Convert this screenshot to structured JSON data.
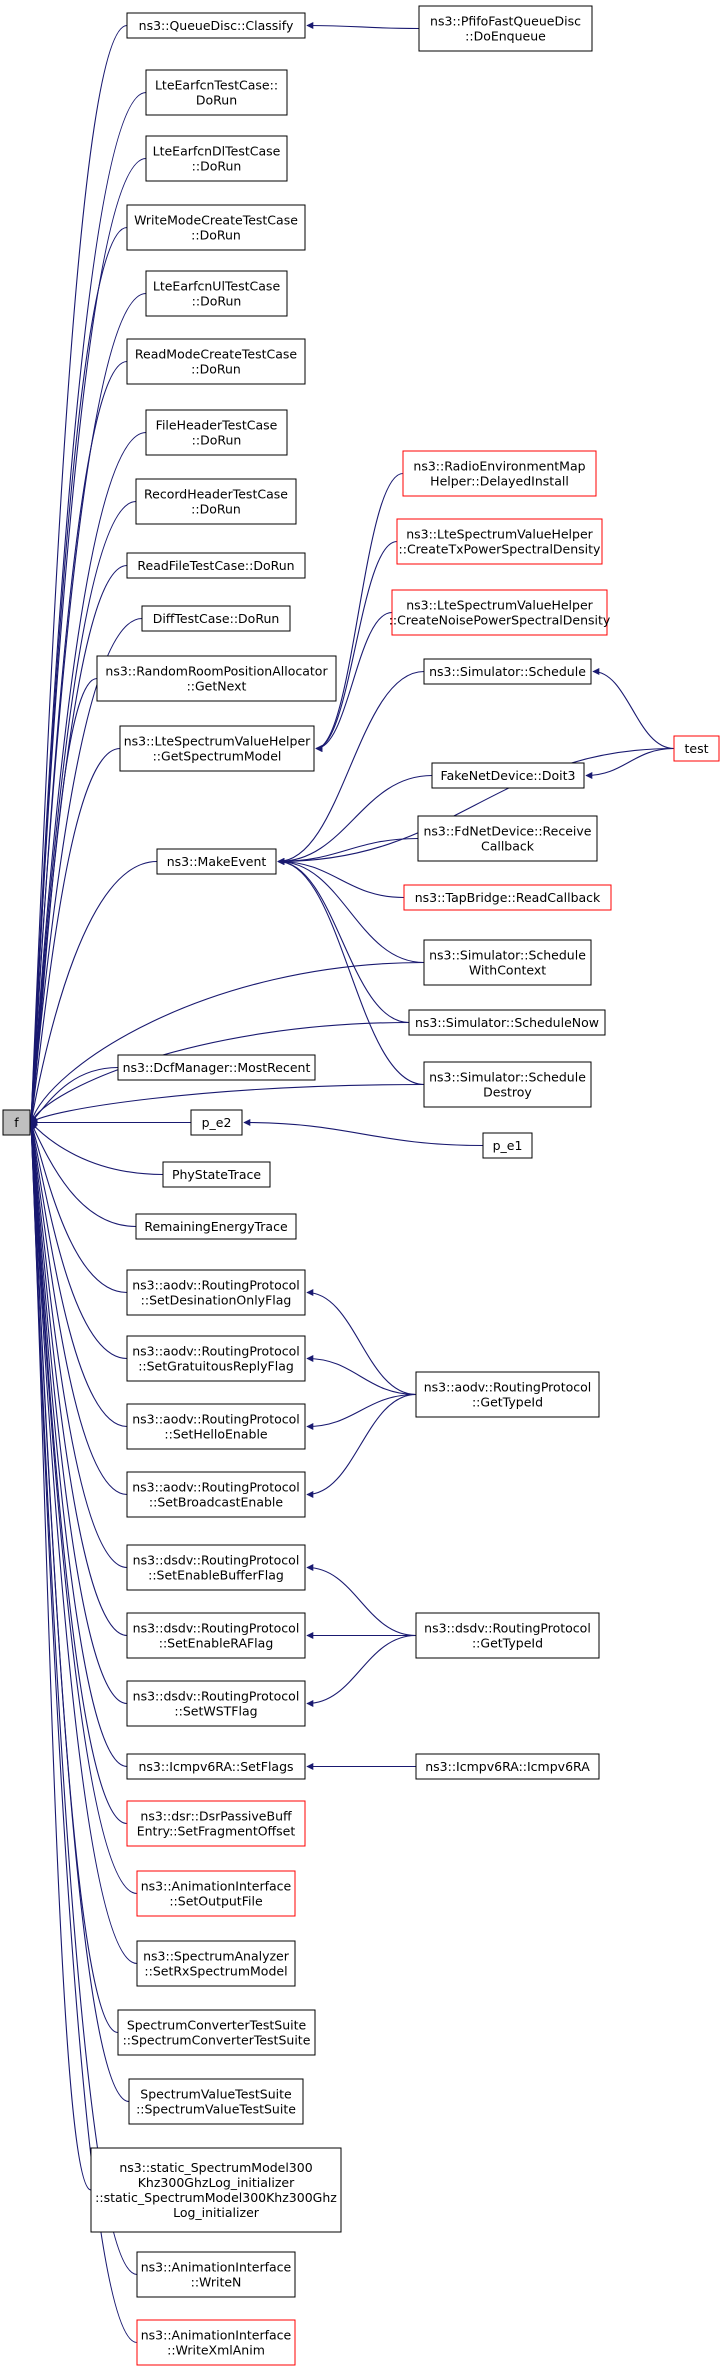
{
  "graph": {
    "colors": {
      "edge": "#191970",
      "node_border": "#000000",
      "node_border_red": "#ff0000",
      "root_fill": "#bfbfbf",
      "node_fill": "#ffffff"
    },
    "root": {
      "id": "f",
      "lines": [
        "f"
      ]
    },
    "nodes": [
      {
        "id": "qd_classify",
        "lines": [
          "ns3::QueueDisc::Classify"
        ]
      },
      {
        "id": "pfifo_enqueue",
        "lines": [
          "ns3::PfifoFastQueueDisc",
          "::DoEnqueue"
        ]
      },
      {
        "id": "lte_earfcn_test",
        "lines": [
          "LteEarfcnTestCase::",
          "DoRun"
        ]
      },
      {
        "id": "lte_earfcn_dl",
        "lines": [
          "LteEarfcnDlTestCase",
          "::DoRun"
        ]
      },
      {
        "id": "write_mode",
        "lines": [
          "WriteModeCreateTestCase",
          "::DoRun"
        ]
      },
      {
        "id": "lte_earfcn_ul",
        "lines": [
          "LteEarfcnUlTestCase",
          "::DoRun"
        ]
      },
      {
        "id": "read_mode",
        "lines": [
          "ReadModeCreateTestCase",
          "::DoRun"
        ]
      },
      {
        "id": "file_header",
        "lines": [
          "FileHeaderTestCase",
          "::DoRun"
        ]
      },
      {
        "id": "record_header",
        "lines": [
          "RecordHeaderTestCase",
          "::DoRun"
        ]
      },
      {
        "id": "read_file",
        "lines": [
          "ReadFileTestCase::DoRun"
        ]
      },
      {
        "id": "diff_test",
        "lines": [
          "DiffTestCase::DoRun"
        ]
      },
      {
        "id": "random_room",
        "lines": [
          "ns3::RandomRoomPositionAllocator",
          "::GetNext"
        ]
      },
      {
        "id": "get_spectrum_model",
        "lines": [
          "ns3::LteSpectrumValueHelper",
          "::GetSpectrumModel"
        ]
      },
      {
        "id": "rem_helper",
        "lines": [
          "ns3::RadioEnvironmentMap",
          "Helper::DelayedInstall"
        ],
        "red": true
      },
      {
        "id": "create_tx",
        "lines": [
          "ns3::LteSpectrumValueHelper",
          "::CreateTxPowerSpectralDensity"
        ],
        "red": true
      },
      {
        "id": "create_noise",
        "lines": [
          "ns3::LteSpectrumValueHelper",
          "::CreateNoisePowerSpectralDensity"
        ],
        "red": true
      },
      {
        "id": "sim_schedule",
        "lines": [
          "ns3::Simulator::Schedule"
        ]
      },
      {
        "id": "test",
        "lines": [
          "test"
        ],
        "red": true
      },
      {
        "id": "fake_doit3",
        "lines": [
          "FakeNetDevice::Doit3"
        ]
      },
      {
        "id": "make_event",
        "lines": [
          "ns3::MakeEvent"
        ]
      },
      {
        "id": "fd_receive",
        "lines": [
          "ns3::FdNetDevice::Receive",
          "Callback"
        ]
      },
      {
        "id": "tap_read",
        "lines": [
          "ns3::TapBridge::ReadCallback"
        ],
        "red": true
      },
      {
        "id": "sim_with_context",
        "lines": [
          "ns3::Simulator::Schedule",
          "WithContext"
        ]
      },
      {
        "id": "sim_now",
        "lines": [
          "ns3::Simulator::ScheduleNow"
        ]
      },
      {
        "id": "dcf_most_recent",
        "lines": [
          "ns3::DcfManager::MostRecent"
        ]
      },
      {
        "id": "sim_destroy",
        "lines": [
          "ns3::Simulator::Schedule",
          "Destroy"
        ]
      },
      {
        "id": "p_e2",
        "lines": [
          "p_e2"
        ]
      },
      {
        "id": "p_e1",
        "lines": [
          "p_e1"
        ]
      },
      {
        "id": "phy_state",
        "lines": [
          "PhyStateTrace"
        ]
      },
      {
        "id": "remaining_energy",
        "lines": [
          "RemainingEnergyTrace"
        ]
      },
      {
        "id": "aodv_dest_only",
        "lines": [
          "ns3::aodv::RoutingProtocol",
          "::SetDesinationOnlyFlag"
        ]
      },
      {
        "id": "aodv_gratuitous",
        "lines": [
          "ns3::aodv::RoutingProtocol",
          "::SetGratuitousReplyFlag"
        ]
      },
      {
        "id": "aodv_gettypeid",
        "lines": [
          "ns3::aodv::RoutingProtocol",
          "::GetTypeId"
        ]
      },
      {
        "id": "aodv_hello",
        "lines": [
          "ns3::aodv::RoutingProtocol",
          "::SetHelloEnable"
        ]
      },
      {
        "id": "aodv_broadcast",
        "lines": [
          "ns3::aodv::RoutingProtocol",
          "::SetBroadcastEnable"
        ]
      },
      {
        "id": "dsdv_buffer",
        "lines": [
          "ns3::dsdv::RoutingProtocol",
          "::SetEnableBufferFlag"
        ]
      },
      {
        "id": "dsdv_ra",
        "lines": [
          "ns3::dsdv::RoutingProtocol",
          "::SetEnableRAFlag"
        ]
      },
      {
        "id": "dsdv_gettypeid",
        "lines": [
          "ns3::dsdv::RoutingProtocol",
          "::GetTypeId"
        ]
      },
      {
        "id": "dsdv_wst",
        "lines": [
          "ns3::dsdv::RoutingProtocol",
          "::SetWSTFlag"
        ]
      },
      {
        "id": "icmpv6ra_setflags",
        "lines": [
          "ns3::Icmpv6RA::SetFlags"
        ]
      },
      {
        "id": "icmpv6ra_ctor",
        "lines": [
          "ns3::Icmpv6RA::Icmpv6RA"
        ]
      },
      {
        "id": "dsr_fragment",
        "lines": [
          "ns3::dsr::DsrPassiveBuff",
          "Entry::SetFragmentOffset"
        ],
        "red": true
      },
      {
        "id": "anim_output",
        "lines": [
          "ns3::AnimationInterface",
          "::SetOutputFile"
        ],
        "red": true
      },
      {
        "id": "spectrum_analyzer",
        "lines": [
          "ns3::SpectrumAnalyzer",
          "::SetRxSpectrumModel"
        ]
      },
      {
        "id": "spectrum_converter",
        "lines": [
          "SpectrumConverterTestSuite",
          "::SpectrumConverterTestSuite"
        ]
      },
      {
        "id": "spectrum_value_suite",
        "lines": [
          "SpectrumValueTestSuite",
          "::SpectrumValueTestSuite"
        ]
      },
      {
        "id": "static_spectrum",
        "lines": [
          "ns3::static_SpectrumModel300",
          "Khz300GhzLog_initializer",
          "::static_SpectrumModel300Khz300Ghz",
          "Log_initializer"
        ]
      },
      {
        "id": "anim_write_n",
        "lines": [
          "ns3::AnimationInterface",
          "::WriteN"
        ]
      },
      {
        "id": "anim_xml",
        "lines": [
          "ns3::AnimationInterface",
          "::WriteXmlAnim"
        ],
        "red": true
      }
    ],
    "edges": [
      {
        "from": "f",
        "to": "qd_classify"
      },
      {
        "from": "qd_classify",
        "to": "pfifo_enqueue"
      },
      {
        "from": "f",
        "to": "lte_earfcn_test"
      },
      {
        "from": "f",
        "to": "lte_earfcn_dl"
      },
      {
        "from": "f",
        "to": "write_mode"
      },
      {
        "from": "f",
        "to": "lte_earfcn_ul"
      },
      {
        "from": "f",
        "to": "read_mode"
      },
      {
        "from": "f",
        "to": "file_header"
      },
      {
        "from": "f",
        "to": "record_header"
      },
      {
        "from": "f",
        "to": "read_file"
      },
      {
        "from": "f",
        "to": "diff_test"
      },
      {
        "from": "f",
        "to": "random_room"
      },
      {
        "from": "f",
        "to": "get_spectrum_model"
      },
      {
        "from": "get_spectrum_model",
        "to": "rem_helper"
      },
      {
        "from": "get_spectrum_model",
        "to": "create_tx"
      },
      {
        "from": "get_spectrum_model",
        "to": "create_noise"
      },
      {
        "from": "f",
        "to": "make_event"
      },
      {
        "from": "make_event",
        "to": "sim_schedule"
      },
      {
        "from": "make_event",
        "to": "test"
      },
      {
        "from": "make_event",
        "to": "fake_doit3"
      },
      {
        "from": "fake_doit3",
        "to": "test"
      },
      {
        "from": "sim_schedule",
        "to": "test"
      },
      {
        "from": "make_event",
        "to": "fd_receive"
      },
      {
        "from": "make_event",
        "to": "tap_read"
      },
      {
        "from": "make_event",
        "to": "sim_with_context"
      },
      {
        "from": "make_event",
        "to": "sim_now"
      },
      {
        "from": "make_event",
        "to": "sim_destroy"
      },
      {
        "from": "f",
        "to": "sim_with_context"
      },
      {
        "from": "f",
        "to": "sim_now"
      },
      {
        "from": "f",
        "to": "sim_destroy"
      },
      {
        "from": "f",
        "to": "dcf_most_recent"
      },
      {
        "from": "f",
        "to": "p_e2"
      },
      {
        "from": "p_e2",
        "to": "p_e1"
      },
      {
        "from": "f",
        "to": "phy_state"
      },
      {
        "from": "f",
        "to": "remaining_energy"
      },
      {
        "from": "f",
        "to": "aodv_dest_only"
      },
      {
        "from": "f",
        "to": "aodv_gratuitous"
      },
      {
        "from": "f",
        "to": "aodv_hello"
      },
      {
        "from": "f",
        "to": "aodv_broadcast"
      },
      {
        "from": "aodv_dest_only",
        "to": "aodv_gettypeid"
      },
      {
        "from": "aodv_gratuitous",
        "to": "aodv_gettypeid"
      },
      {
        "from": "aodv_hello",
        "to": "aodv_gettypeid"
      },
      {
        "from": "aodv_broadcast",
        "to": "aodv_gettypeid"
      },
      {
        "from": "f",
        "to": "dsdv_buffer"
      },
      {
        "from": "f",
        "to": "dsdv_ra"
      },
      {
        "from": "f",
        "to": "dsdv_wst"
      },
      {
        "from": "dsdv_buffer",
        "to": "dsdv_gettypeid"
      },
      {
        "from": "dsdv_ra",
        "to": "dsdv_gettypeid"
      },
      {
        "from": "dsdv_wst",
        "to": "dsdv_gettypeid"
      },
      {
        "from": "f",
        "to": "icmpv6ra_setflags"
      },
      {
        "from": "icmpv6ra_setflags",
        "to": "icmpv6ra_ctor"
      },
      {
        "from": "f",
        "to": "dsr_fragment"
      },
      {
        "from": "f",
        "to": "anim_output"
      },
      {
        "from": "f",
        "to": "spectrum_analyzer"
      },
      {
        "from": "f",
        "to": "spectrum_converter"
      },
      {
        "from": "f",
        "to": "spectrum_value_suite"
      },
      {
        "from": "f",
        "to": "static_spectrum"
      },
      {
        "from": "f",
        "to": "anim_write_n"
      },
      {
        "from": "f",
        "to": "anim_xml"
      }
    ]
  }
}
